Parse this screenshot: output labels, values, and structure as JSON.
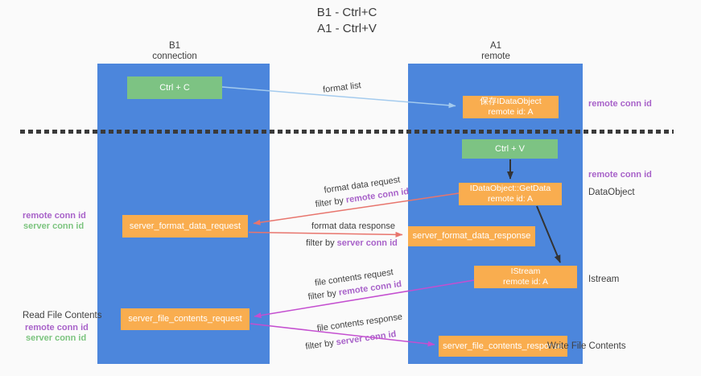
{
  "title": {
    "line1": "B1 - Ctrl+C",
    "line2": "A1 - Ctrl+V"
  },
  "lanes": {
    "left": {
      "title": "B1",
      "subtitle": "connection"
    },
    "right": {
      "title": "A1",
      "subtitle": "remote"
    }
  },
  "nodes": {
    "ctrl_c": {
      "label": "Ctrl + C"
    },
    "ctrl_v": {
      "label": "Ctrl + V"
    },
    "store_idataobject": {
      "line1": "保存IDataObject",
      "line2": "remote id: A"
    },
    "idataobject_getdata": {
      "line1": "IDataObject::GetData",
      "line2": "remote id: A"
    },
    "istream": {
      "line1": "IStream",
      "line2": "remote id: A"
    },
    "server_format_data_request": {
      "label": "server_format_data_request"
    },
    "server_format_data_response": {
      "label": "server_format_data_response"
    },
    "server_file_contents_request": {
      "label": "server_file_contents_request"
    },
    "server_file_contents_response": {
      "label": "server_file_contents_response"
    }
  },
  "flow_labels": {
    "format_list": "format list",
    "format_data_request": "format data request",
    "format_data_response": "format data response",
    "file_contents_request": "file contents request",
    "file_contents_response": "file contents response",
    "filter_by": "filter by",
    "remote_conn_id": "remote conn id",
    "server_conn_id": "server conn id"
  },
  "side_labels": {
    "remote_conn_id": "remote conn id",
    "server_conn_id": "server conn id",
    "data_object": "DataObject",
    "istream": "Istream",
    "read_file_contents": "Read File Contents",
    "write_file_contents": "Write File Contents"
  },
  "colors": {
    "lane_blue": "#4c86dc",
    "node_orange": "#f9ad4f",
    "node_green": "#7dc383",
    "arrow_light_blue": "#a4cbee",
    "arrow_black": "#333333",
    "arrow_red": "#e8756d",
    "arrow_magenta": "#c44fd0",
    "label_purple": "#a862c9",
    "label_green": "#7cc47f",
    "dashed_line": "#3a3a3a"
  }
}
